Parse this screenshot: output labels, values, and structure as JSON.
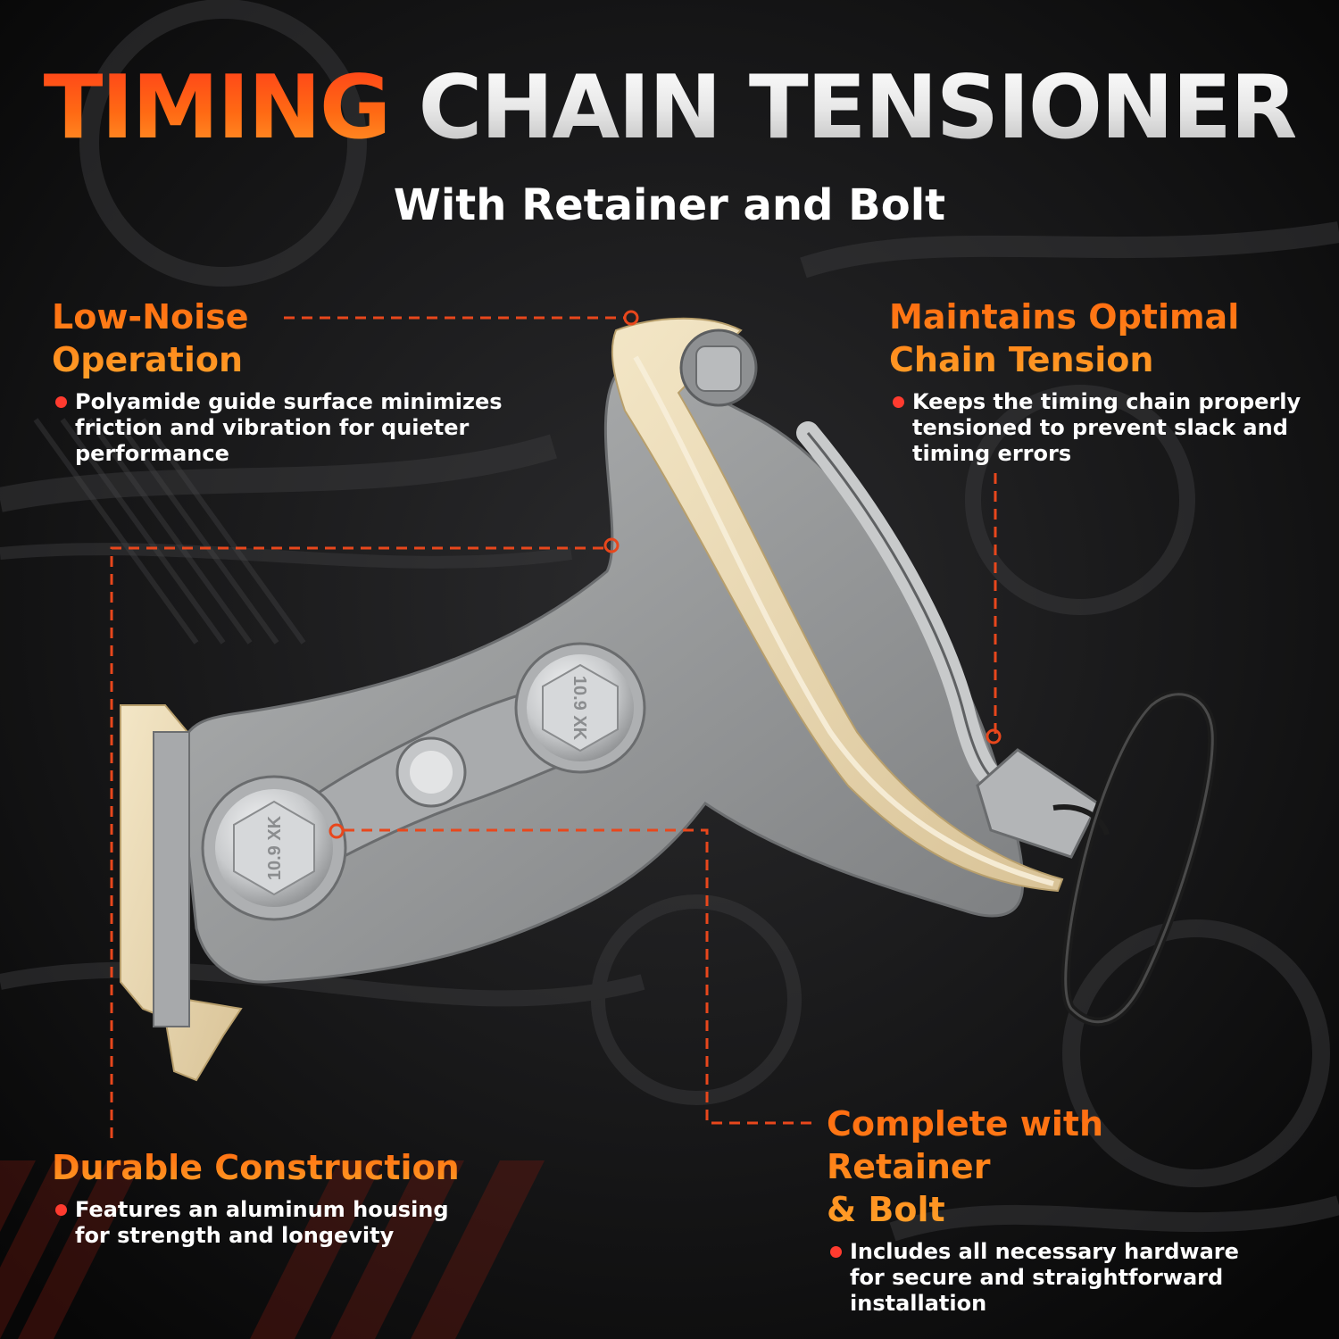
{
  "title": {
    "highlight": "TIMING",
    "rest": "CHAIN TENSIONER"
  },
  "subtitle": "With Retainer and Bolt",
  "colors": {
    "accent": "#ff6a10",
    "bullet": "#ff3b2f",
    "callout_line": "#e8471c",
    "guide": "#e9d7b0",
    "metal": "#9a9c9d"
  },
  "features": [
    {
      "title_lines": [
        "Low-Noise",
        "Operation"
      ],
      "bullet": "Polyamide guide surface minimizes friction and vibration for quieter performance"
    },
    {
      "title_lines": [
        "Maintains Optimal",
        "Chain Tension"
      ],
      "bullet": "Keeps the timing chain properly tensioned to prevent slack and timing errors"
    },
    {
      "title_lines": [
        "Durable Construction"
      ],
      "bullet": "Features an aluminum housing for strength and longevity"
    },
    {
      "title_lines": [
        "Complete with Retainer",
        "& Bolt"
      ],
      "bullet": "Includes all necessary hardware for secure and straightforward installation"
    }
  ],
  "product": {
    "bolt_marking": "10.9 XK"
  }
}
